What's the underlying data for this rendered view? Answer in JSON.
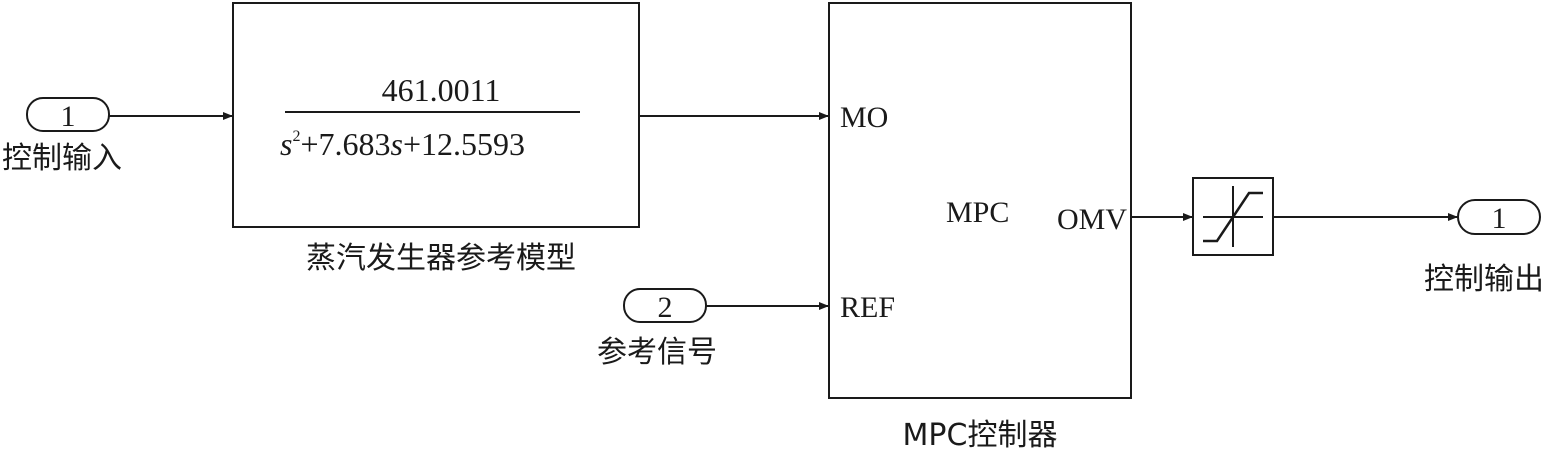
{
  "inputs": {
    "control_input": {
      "number": "1",
      "label": "控制输入"
    },
    "reference_signal": {
      "number": "2",
      "label": "参考信号"
    }
  },
  "plant": {
    "numerator": "461.0011",
    "denominator_s": "s",
    "denominator_exp": "2",
    "denominator_mid": "+7.683",
    "denominator_s2": "s",
    "denominator_tail": "+12.5593",
    "label": "蒸汽发生器参考模型"
  },
  "mpc": {
    "port_mo": "MO",
    "port_ref": "REF",
    "port_omv": "OMV",
    "center_text": "MPC",
    "label": "MPC控制器"
  },
  "output": {
    "number": "1",
    "label": "控制输出"
  }
}
